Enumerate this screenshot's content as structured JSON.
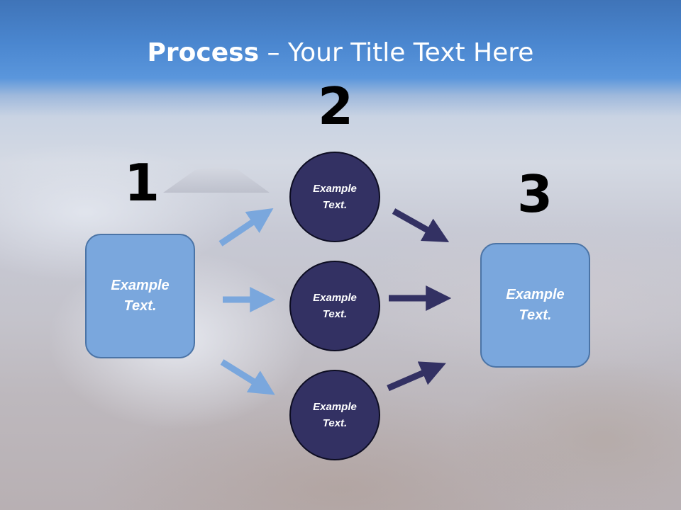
{
  "title": {
    "bold": "Process",
    "rest": " – Your Title Text Here"
  },
  "steps": [
    {
      "number": "1",
      "label_line1": "Example",
      "label_line2": "Text."
    },
    {
      "number": "2"
    },
    {
      "number": "3",
      "label_line1": "Example",
      "label_line2": "Text."
    }
  ],
  "circles": [
    {
      "label_line1": "Example",
      "label_line2": "Text."
    },
    {
      "label_line1": "Example",
      "label_line2": "Text."
    },
    {
      "label_line1": "Example",
      "label_line2": "Text."
    }
  ],
  "colors": {
    "box_fill": "#7aa7dd",
    "circle_fill": "#333163",
    "arrow_light": "#7aa7dd",
    "arrow_dark": "#333163"
  }
}
